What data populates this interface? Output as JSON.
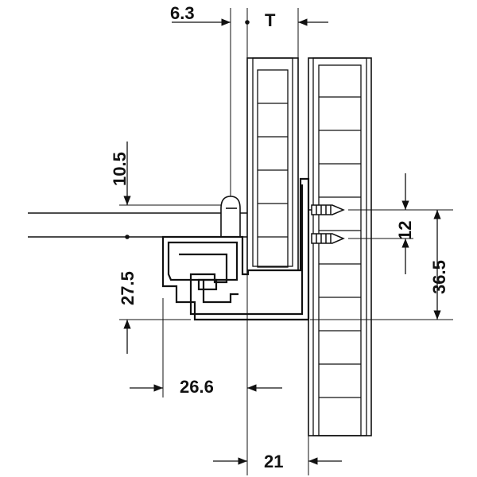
{
  "labels": {
    "dim_top_left": "6.3",
    "dim_thickness": "T",
    "dim_upper_left": "10.5",
    "dim_mid_left": "27.5",
    "dim_screw_pitch": "12",
    "dim_right_height": "36.5",
    "dim_runner_width": "26.6",
    "dim_bottom": "21"
  },
  "colors": {
    "line": "#111111",
    "panel_fill": "#ffffff"
  }
}
